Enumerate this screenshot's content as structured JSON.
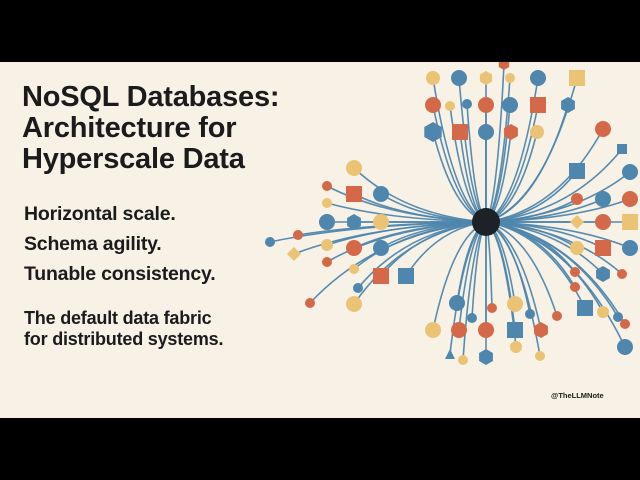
{
  "slide": {
    "title_lines": [
      "NoSQL Databases:",
      "Architecture for",
      "Hyperscale Data"
    ],
    "points": [
      "Horizontal scale.",
      "Schema agility.",
      "Tunable consistency."
    ],
    "tagline_lines": [
      "The default data fabric",
      "for distributed systems."
    ],
    "watermark": "@TheLLMNote"
  },
  "colors": {
    "background": "#f7f1e6",
    "frame": "#000000",
    "text": "#1b1b1b",
    "edge": "#4e86ad",
    "hub": "#1c2226",
    "node_palette": {
      "blue": "#4e86ad",
      "orange": "#d4694a",
      "yellow": "#ebc374"
    }
  },
  "diagram": {
    "icon": "network-graph",
    "hub": "central-hub-node",
    "node_shapes": [
      "circle",
      "square",
      "hexagon",
      "triangle",
      "diamond"
    ]
  }
}
